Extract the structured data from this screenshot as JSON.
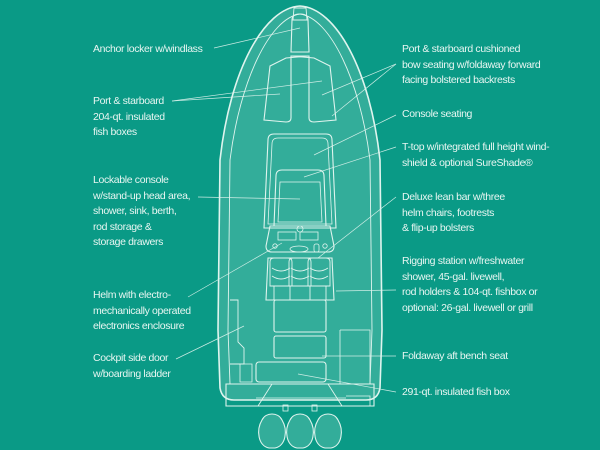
{
  "colors": {
    "background": "#0a9a86",
    "hull_fill": "#33ad9a",
    "line": "#dff4ee",
    "text": "#e8f6f2"
  },
  "diagram": {
    "subject": "center console boat top-down layout",
    "icons": [
      "boat-hull",
      "outboard-motor",
      "outboard-motor",
      "outboard-motor"
    ]
  },
  "labels_left": [
    {
      "id": "anchor-locker",
      "lines": [
        "Anchor locker w/windlass"
      ]
    },
    {
      "id": "fish-boxes",
      "lines": [
        "Port & starboard",
        "204-qt. insulated",
        "fish boxes"
      ]
    },
    {
      "id": "lockable-console",
      "lines": [
        "Lockable console",
        "w/stand-up head area,",
        "shower, sink, berth,",
        "rod storage &",
        "storage drawers"
      ]
    },
    {
      "id": "helm",
      "lines": [
        "Helm with electro-",
        "mechanically operated",
        "electronics enclosure"
      ]
    },
    {
      "id": "cockpit-door",
      "lines": [
        "Cockpit side door",
        "w/boarding ladder"
      ]
    }
  ],
  "labels_right": [
    {
      "id": "bow-seating",
      "lines": [
        "Port & starboard cushioned",
        "bow seating w/foldaway forward",
        "facing bolstered backrests"
      ]
    },
    {
      "id": "console-seating",
      "lines": [
        "Console seating"
      ]
    },
    {
      "id": "t-top",
      "lines": [
        "T-top w/integrated full height wind-",
        "shield & optional SureShade®"
      ]
    },
    {
      "id": "lean-bar",
      "lines": [
        "Deluxe lean bar w/three",
        "helm chairs, footrests",
        "& flip-up bolsters"
      ]
    },
    {
      "id": "rigging-station",
      "lines": [
        "Rigging station w/freshwater",
        "shower, 45-gal. livewell,",
        "rod holders & 104-qt. fishbox or",
        "optional: 26-gal. livewell or grill"
      ]
    },
    {
      "id": "aft-bench",
      "lines": [
        "Foldaway aft bench seat"
      ]
    },
    {
      "id": "fish-box-aft",
      "lines": [
        "291-qt. insulated fish box"
      ]
    }
  ]
}
